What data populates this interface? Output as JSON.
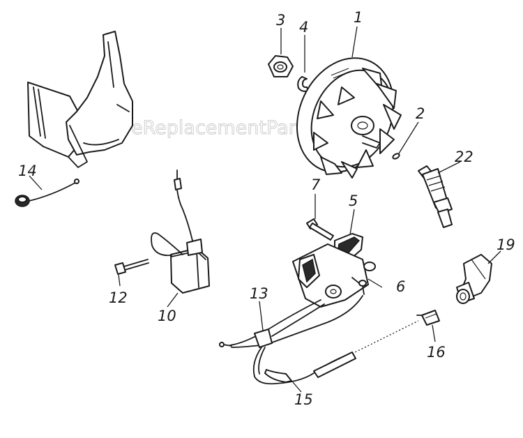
{
  "watermark": "eReplacementParts.com",
  "callouts": {
    "p1": "1",
    "p2": "2",
    "p3": "3",
    "p4": "4",
    "p5": "5",
    "p6": "6",
    "p7": "7",
    "p10": "10",
    "p12": "12",
    "p13": "13",
    "p14": "14",
    "p15": "15",
    "p16": "16",
    "p19": "19",
    "p22": "22"
  }
}
